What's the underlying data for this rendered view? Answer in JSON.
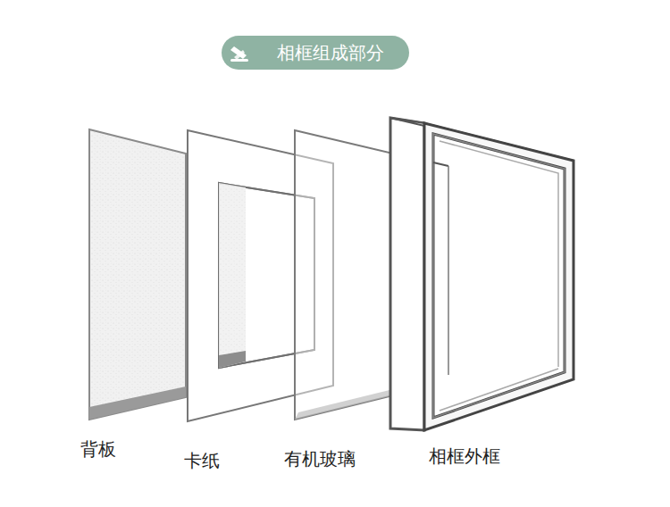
{
  "diagram": {
    "title": "相框组成部分",
    "labels": [
      "背板",
      "卡纸",
      "有机玻璃",
      "相框外框"
    ]
  }
}
